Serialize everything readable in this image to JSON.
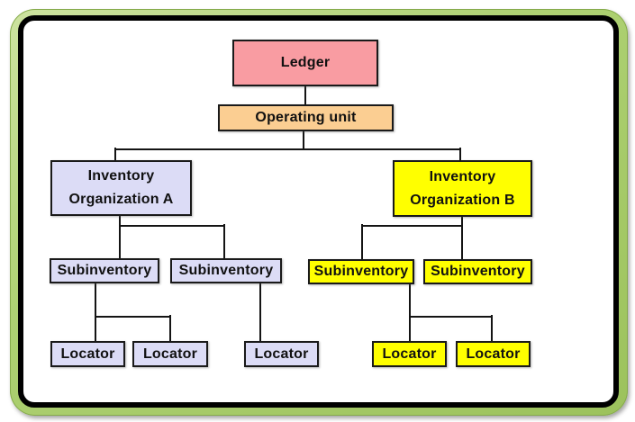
{
  "diagram": {
    "description": "Inventory organization hierarchy",
    "colors": {
      "ledger_fill": "#F99CA2",
      "operating_unit_fill": "#FBCE92",
      "org_a_fill": "#DCDCF6",
      "org_b_fill": "#FFFF00",
      "frame_green": "#A9CE70",
      "line": "#141414"
    },
    "nodes": {
      "ledger": {
        "label": "Ledger"
      },
      "operating_unit": {
        "label": "Operating unit"
      },
      "org_a": {
        "line1": "Inventory",
        "line2": "Organization A"
      },
      "org_b": {
        "line1": "Inventory",
        "line2": "Organization B"
      },
      "subinv_a1": {
        "label": "Subinventory"
      },
      "subinv_a2": {
        "label": "Subinventory"
      },
      "subinv_b1": {
        "label": "Subinventory"
      },
      "subinv_b2": {
        "label": "Subinventory"
      },
      "locator_a1": {
        "label": "Locator"
      },
      "locator_a2": {
        "label": "Locator"
      },
      "locator_a3": {
        "label": "Locator"
      },
      "locator_b1": {
        "label": "Locator"
      },
      "locator_b2": {
        "label": "Locator"
      }
    }
  }
}
